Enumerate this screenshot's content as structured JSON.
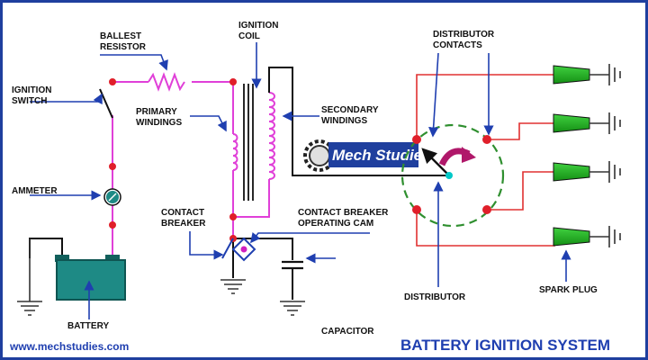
{
  "labels": {
    "ballest_resistor": [
      "BALLEST",
      "RESISTOR"
    ],
    "ignition_switch": [
      "IGNITION",
      "SWITCH"
    ],
    "ammeter": "AMMETER",
    "battery": "BATTERY",
    "ignition_coil": [
      "IGNITION",
      "COIL"
    ],
    "primary_windings": [
      "PRIMARY",
      "WINDINGS"
    ],
    "secondary_windings": [
      "SECONDARY",
      "WINDINGS"
    ],
    "contact_breaker": [
      "CONTACT",
      "BREAKER"
    ],
    "cam": [
      "CONTACT BREAKER",
      "OPERATING CAM"
    ],
    "capacitor": "CAPACITOR",
    "distributor_contacts": [
      "DISTRIBUTOR",
      "CONTACTS"
    ],
    "distributor": "DISTRIBUTOR",
    "spark_plug": "SPARK PLUG"
  },
  "logo": {
    "prefix": "M",
    "text": "ech Studies"
  },
  "footer": {
    "url": "www.mechstudies.com",
    "title": "BATTERY IGNITION SYSTEM"
  },
  "colors": {
    "border": "#1f3f9e",
    "wire_primary": "#e040d8",
    "wire_distributor": "#e03030",
    "node": "#e01f2a",
    "label_arrow": "#1f3fb0",
    "battery": "#1e8a85",
    "spark_plug": "#22b322",
    "rotor_arrow": "#b0186a"
  }
}
